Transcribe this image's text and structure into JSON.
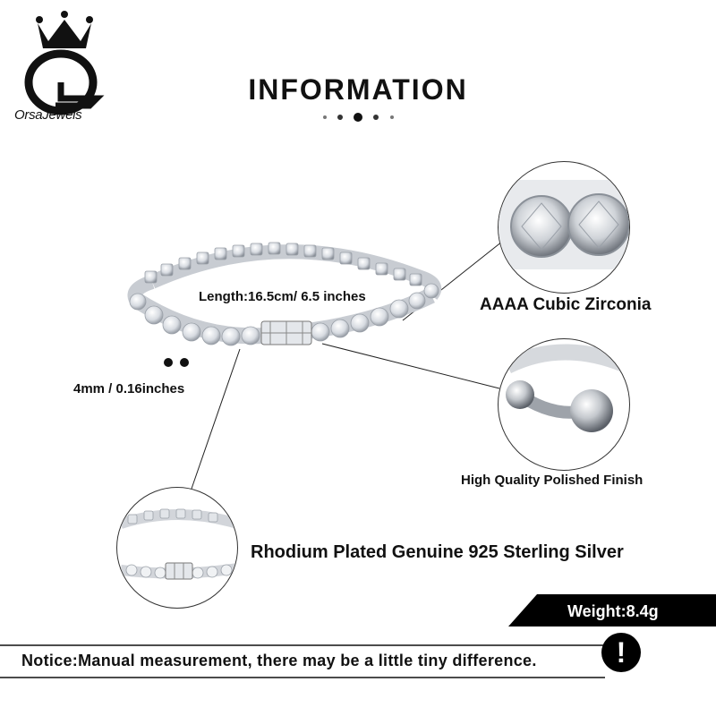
{
  "brand": {
    "name": "OrsaJewels",
    "logo_icon": "crown-og-logo"
  },
  "header": {
    "title": "INFORMATION"
  },
  "bracelet": {
    "length_label": "Length:16.5cm/ 6.5 inches",
    "width_label": "4mm / 0.16inches"
  },
  "features": {
    "stone_label": "AAAA Cubic Zirconia",
    "finish_label": "High Quality Polished Finish",
    "material_label": "Rhodium Plated Genuine 925 Sterling Silver"
  },
  "weight": {
    "label": "Weight:8.4g"
  },
  "notice": {
    "text": "Notice:Manual measurement, there may be a little tiny difference.",
    "icon": "exclamation-icon",
    "icon_glyph": "!"
  },
  "colors": {
    "text": "#111111",
    "bar": "#000000",
    "silver": "#c8ccd2"
  }
}
